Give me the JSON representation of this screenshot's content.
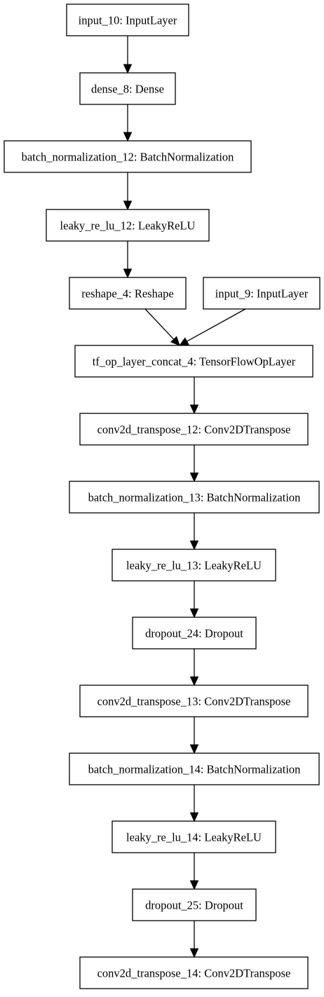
{
  "diagram": {
    "nodes": [
      {
        "id": "input_10",
        "label": "input_10: InputLayer"
      },
      {
        "id": "dense_8",
        "label": "dense_8: Dense"
      },
      {
        "id": "batch_normalization_12",
        "label": "batch_normalization_12: BatchNormalization"
      },
      {
        "id": "leaky_re_lu_12",
        "label": "leaky_re_lu_12: LeakyReLU"
      },
      {
        "id": "reshape_4",
        "label": "reshape_4: Reshape"
      },
      {
        "id": "input_9",
        "label": "input_9: InputLayer"
      },
      {
        "id": "tf_op_layer_concat_4",
        "label": "tf_op_layer_concat_4: TensorFlowOpLayer"
      },
      {
        "id": "conv2d_transpose_12",
        "label": "conv2d_transpose_12: Conv2DTranspose"
      },
      {
        "id": "batch_normalization_13",
        "label": "batch_normalization_13: BatchNormalization"
      },
      {
        "id": "leaky_re_lu_13",
        "label": "leaky_re_lu_13: LeakyReLU"
      },
      {
        "id": "dropout_24",
        "label": "dropout_24: Dropout"
      },
      {
        "id": "conv2d_transpose_13",
        "label": "conv2d_transpose_13: Conv2DTranspose"
      },
      {
        "id": "batch_normalization_14",
        "label": "batch_normalization_14: BatchNormalization"
      },
      {
        "id": "leaky_re_lu_14",
        "label": "leaky_re_lu_14: LeakyReLU"
      },
      {
        "id": "dropout_25",
        "label": "dropout_25: Dropout"
      },
      {
        "id": "conv2d_transpose_14",
        "label": "conv2d_transpose_14: Conv2DTranspose"
      }
    ],
    "edges": [
      [
        "input_10",
        "dense_8"
      ],
      [
        "dense_8",
        "batch_normalization_12"
      ],
      [
        "batch_normalization_12",
        "leaky_re_lu_12"
      ],
      [
        "leaky_re_lu_12",
        "reshape_4"
      ],
      [
        "reshape_4",
        "tf_op_layer_concat_4"
      ],
      [
        "input_9",
        "tf_op_layer_concat_4"
      ],
      [
        "tf_op_layer_concat_4",
        "conv2d_transpose_12"
      ],
      [
        "conv2d_transpose_12",
        "batch_normalization_13"
      ],
      [
        "batch_normalization_13",
        "leaky_re_lu_13"
      ],
      [
        "leaky_re_lu_13",
        "dropout_24"
      ],
      [
        "dropout_24",
        "conv2d_transpose_13"
      ],
      [
        "conv2d_transpose_13",
        "batch_normalization_14"
      ],
      [
        "batch_normalization_14",
        "leaky_re_lu_14"
      ],
      [
        "leaky_re_lu_14",
        "dropout_25"
      ],
      [
        "dropout_25",
        "conv2d_transpose_14"
      ]
    ]
  }
}
